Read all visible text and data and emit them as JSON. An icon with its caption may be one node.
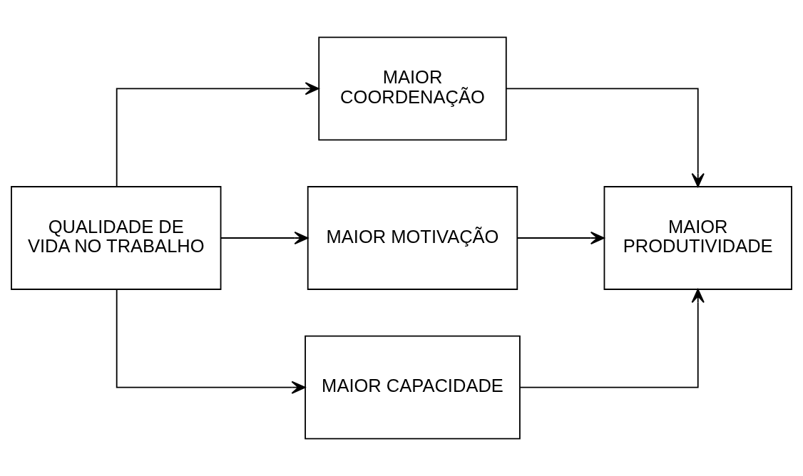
{
  "diagram": {
    "nodes": [
      {
        "text": [
          "QUALIDADE DE VIDA NO TRABALHO"
        ]
      },
      {
        "text": [
          "MAIOR COORDENAÇÃO"
        ]
      },
      {
        "text": [
          "MAIOR MOTIVAÇÃO"
        ]
      },
      {
        "text": [
          "MAIOR CAPACIDADE"
        ]
      },
      {
        "text": [
          "MAIOR PRODUTIVIDADE"
        ]
      }
    ],
    "edges": [
      {
        "from": 0,
        "to": 1,
        "arrow": "to"
      },
      {
        "from": 0,
        "to": 2,
        "arrow": "to"
      },
      {
        "from": 0,
        "to": 3,
        "arrow": "to"
      },
      {
        "from": 1,
        "to": 4,
        "arrow": "to"
      },
      {
        "from": 2,
        "to": 4,
        "arrow": "to"
      },
      {
        "from": 3,
        "to": 4,
        "arrow": "to"
      }
    ]
  }
}
